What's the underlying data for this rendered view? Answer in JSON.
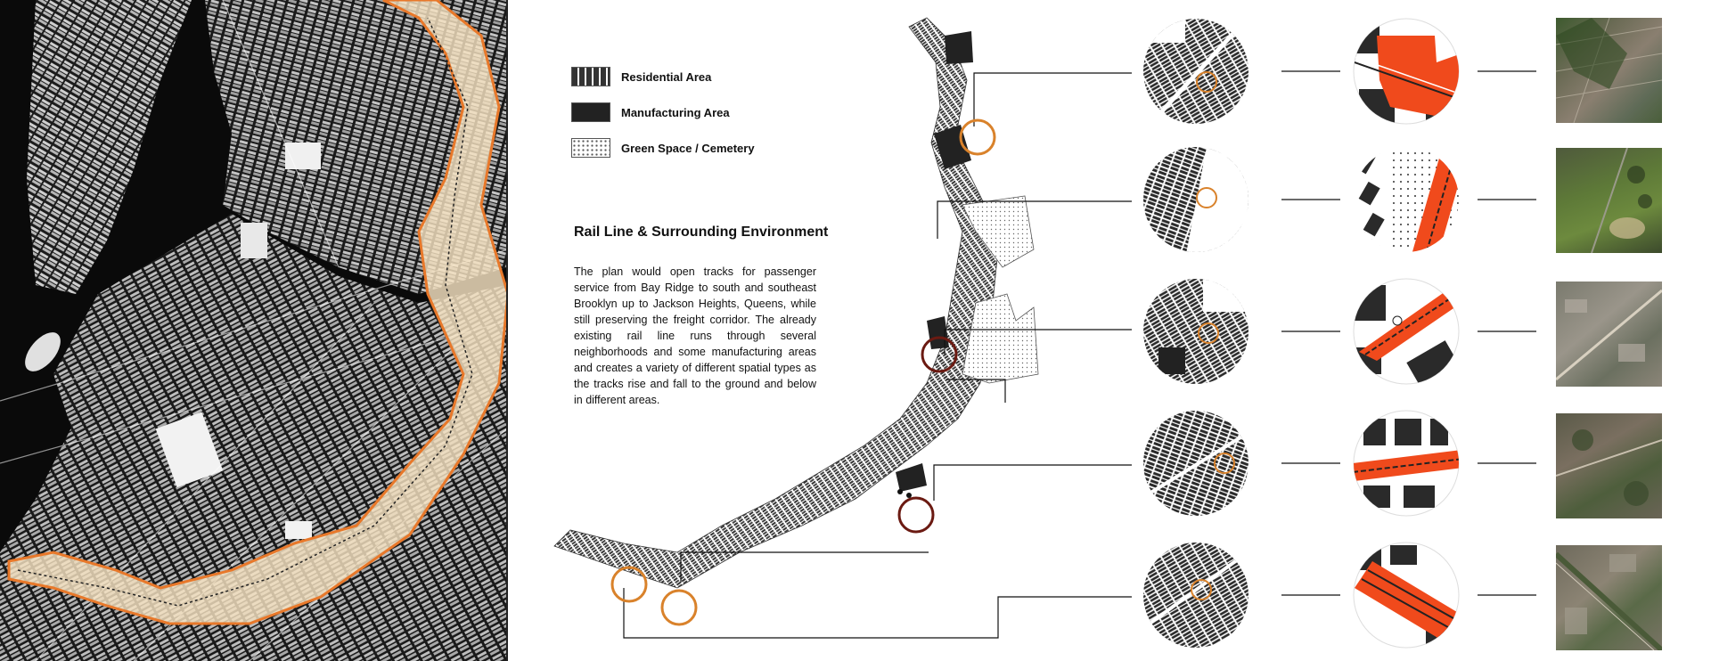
{
  "legend": {
    "items": [
      {
        "label": "Residential Area",
        "icon": "residential-swatch"
      },
      {
        "label": "Manufacturing Area",
        "icon": "manufacturing-swatch"
      },
      {
        "label": "Green Space / Cemetery",
        "icon": "green-space-swatch"
      }
    ]
  },
  "heading": "Rail Line & Surrounding Environment",
  "description": "The plan would open tracks for passenger service from Bay Ridge to south and southeast Brooklyn up to Jackson Heights, Queens, while still preserving the freight corridor. The already existing rail line runs through several neighborhoods and some manufacturing areas and creates a variety of different spatial types as the tracks rise and fall to the ground and below in different areas.",
  "colors": {
    "rail_orange": "#e8782a",
    "rail_red": "#f04a1c",
    "marker_dark": "#6b1a12",
    "corridor_fill": "#f6e3c2"
  },
  "stations": [
    {
      "name": "station-1",
      "marker_color": "orange",
      "photo": "aerial-residential"
    },
    {
      "name": "station-2",
      "marker_color": "orange",
      "photo": "aerial-cemetery"
    },
    {
      "name": "station-3",
      "marker_color": "dark-red",
      "photo": "aerial-industrial"
    },
    {
      "name": "station-4",
      "marker_color": "dark-red",
      "photo": "aerial-neighborhood"
    },
    {
      "name": "station-5",
      "marker_color": "orange",
      "photo": "aerial-rail-cut"
    }
  ]
}
